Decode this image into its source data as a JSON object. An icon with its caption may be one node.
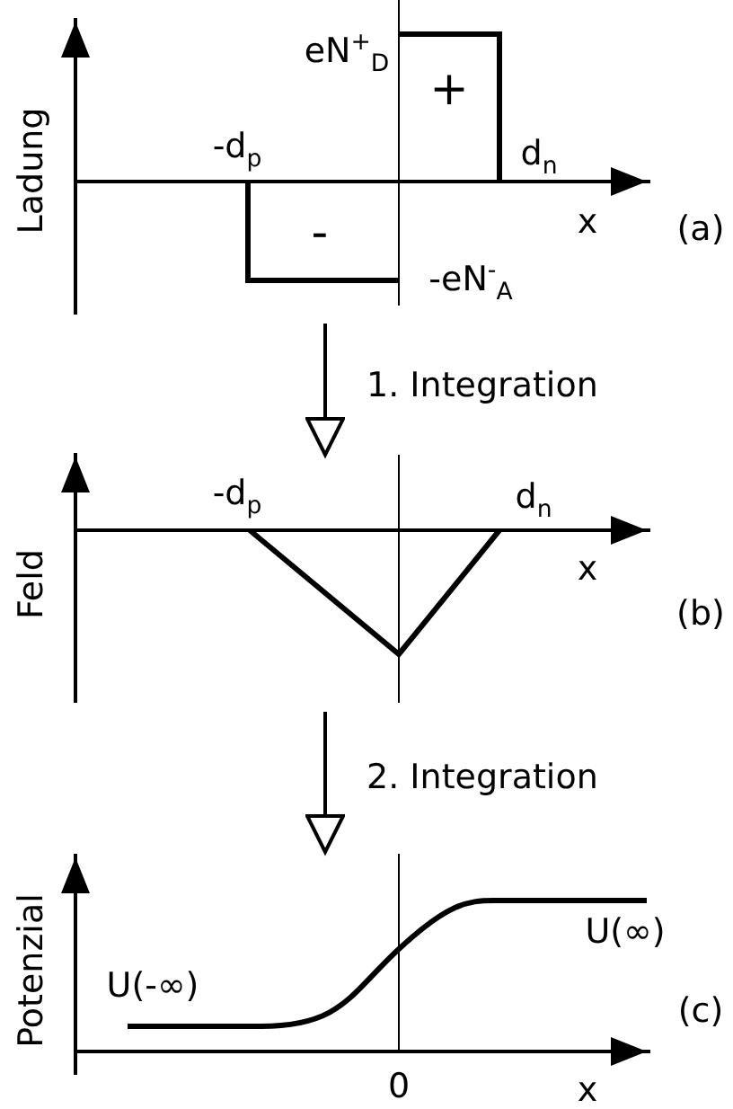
{
  "diagram": {
    "nodes": [
      {
        "text": [],
        "shape": "picture",
        "beside": [
          "Ladung",
          "(a)"
        ]
      },
      {
        "text": [],
        "shape": "picture",
        "beside": [
          "Feld",
          "(b)"
        ]
      },
      {
        "text": [],
        "shape": "picture",
        "beside": [
          "Potenzial",
          "(c)"
        ]
      }
    ],
    "edges": [
      {
        "from": 0,
        "to": 1,
        "arrow": "to",
        "label": "1. Integration"
      },
      {
        "from": 1,
        "to": 2,
        "arrow": "to",
        "label": "2. Integration"
      }
    ],
    "labels": [
      "eN$^{+}$$_{D}$",
      "+",
      "-d$_{p}$",
      "d$_{n}$",
      "x",
      "-",
      "-eN$^{-}$$_{A}$",
      "-d$_{p}$",
      "d$_{n}$",
      "x",
      "U(∞)",
      "U(-∞)",
      "0",
      "x"
    ]
  }
}
